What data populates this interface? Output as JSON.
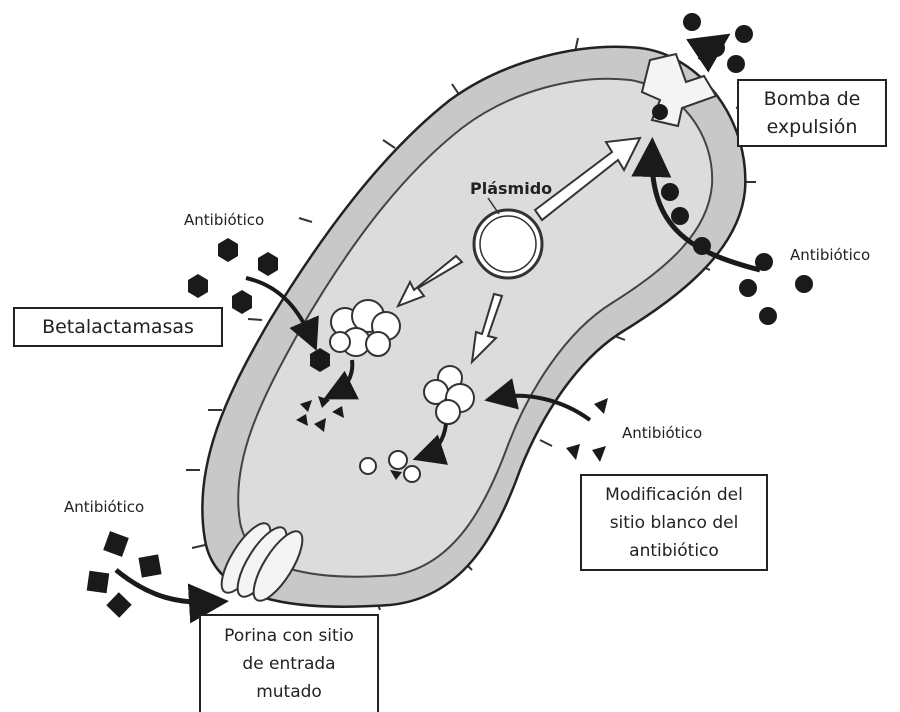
{
  "labels": {
    "plasmid": "Plásmido",
    "antibiotic_top_left": "Antibiótico",
    "antibiotic_right": "Antibiótico",
    "antibiotic_mid_right": "Antibiótico",
    "antibiotic_bottom_left": "Antibiótico"
  },
  "boxes": {
    "efflux_pump": {
      "lines": [
        "Bomba de",
        "expulsión"
      ]
    },
    "beta_lactamases": {
      "lines": [
        "Betalactamasas"
      ]
    },
    "target_modification": {
      "lines": [
        "Modificación del",
        "sitio blanco del",
        "antibiótico"
      ]
    },
    "porin": {
      "lines": [
        "Porina con sitio",
        "de entrada",
        "mutado"
      ]
    }
  },
  "colors": {
    "cell_fill": "#d6d6d6",
    "cell_outline": "#222222",
    "antibiotic_dark": "#1a1a1a",
    "background": "#ffffff"
  }
}
